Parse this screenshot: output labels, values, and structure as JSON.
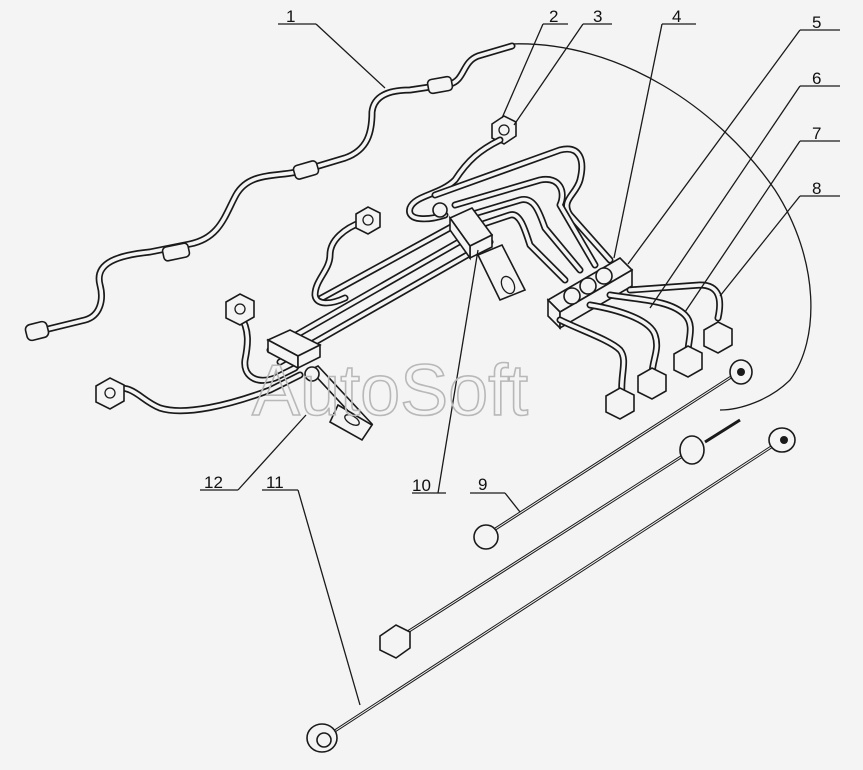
{
  "watermark": "AutoSoft",
  "callouts": [
    {
      "id": "1",
      "label": "1"
    },
    {
      "id": "2",
      "label": "2"
    },
    {
      "id": "3",
      "label": "3"
    },
    {
      "id": "4",
      "label": "4"
    },
    {
      "id": "5",
      "label": "5"
    },
    {
      "id": "6",
      "label": "6"
    },
    {
      "id": "7",
      "label": "7"
    },
    {
      "id": "8",
      "label": "8"
    },
    {
      "id": "9",
      "label": "9"
    },
    {
      "id": "10",
      "label": "10"
    },
    {
      "id": "11",
      "label": "11"
    },
    {
      "id": "12",
      "label": "12"
    }
  ]
}
